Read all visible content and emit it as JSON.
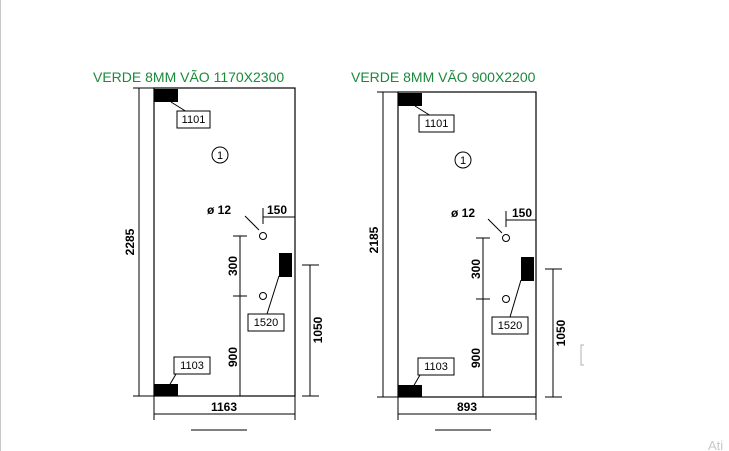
{
  "panels": [
    {
      "title": "VERDE 8MM VÃO 1170X2300",
      "height_label": "2285",
      "width_label": "1163",
      "top_hinge_label": "1101",
      "bottom_hinge_label": "1103",
      "handle_label": "1520",
      "marker": "1",
      "diameter_label": "ø 12",
      "offset_label": "150",
      "spacing_label": "300",
      "lower_label": "900",
      "handle_height_label": "1050"
    },
    {
      "title": "VERDE 8MM VÃO 900X2200",
      "height_label": "2185",
      "width_label": "893",
      "top_hinge_label": "1101",
      "bottom_hinge_label": "1103",
      "handle_label": "1520",
      "marker": "1",
      "diameter_label": "ø 12",
      "offset_label": "150",
      "spacing_label": "300",
      "lower_label": "900",
      "handle_height_label": "1050"
    }
  ],
  "corner_text": "Ati"
}
